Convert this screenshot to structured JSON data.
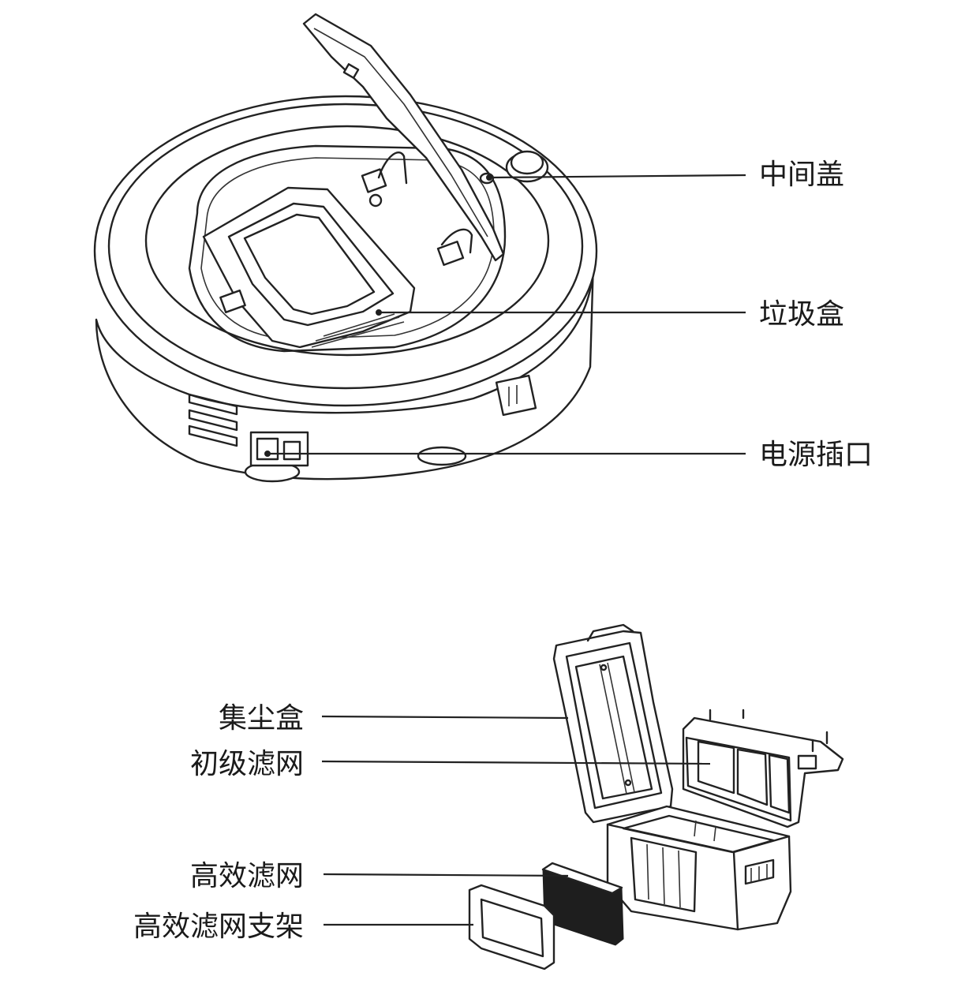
{
  "robot_callouts": {
    "middle_cover": "中间盖",
    "dust_bin": "垃圾盒",
    "power_port": "电源插口"
  },
  "bin_callouts": {
    "dust_box": "集尘盒",
    "primary_filter": "初级滤网",
    "hepa_filter": "高效滤网",
    "hepa_filter_holder": "高效滤网支架"
  }
}
